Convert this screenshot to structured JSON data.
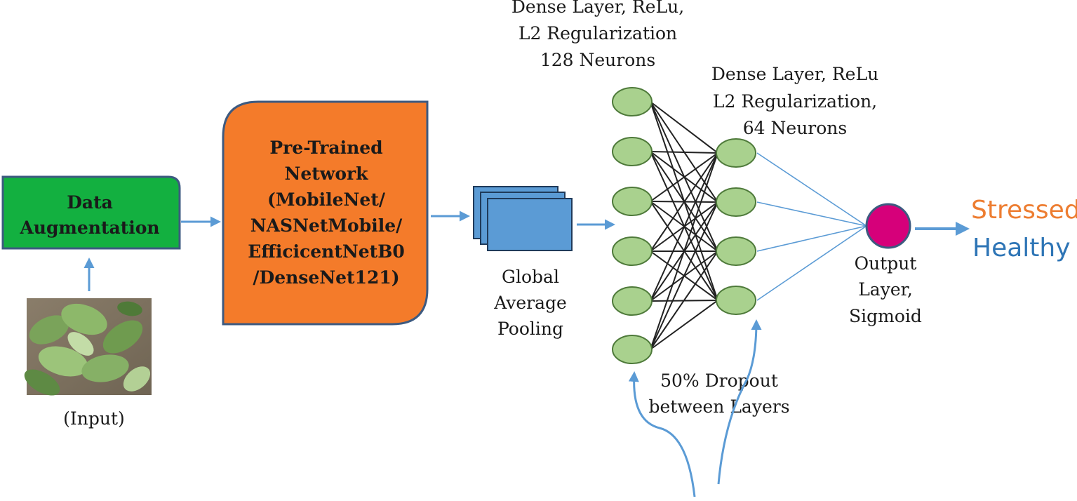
{
  "input_caption": "(Input)",
  "data_augmentation": {
    "line1": "Data",
    "line2": "Augmentation"
  },
  "pretrained": {
    "line1": "Pre-Trained",
    "line2": "Network",
    "line3": "(MobileNet/",
    "line4": "NASNetMobile/",
    "line5": "EfficicentNetB0",
    "line6": "/DenseNet121)"
  },
  "gap": {
    "line1": "Global",
    "line2": "Average",
    "line3": "Pooling"
  },
  "dense1": {
    "line1": "Dense Layer, ReLu,",
    "line2": "L2 Regularization",
    "line3": "128 Neurons"
  },
  "dense2": {
    "line1": "Dense Layer, ReLu",
    "line2": "L2 Regularization,",
    "line3": "64 Neurons"
  },
  "output_layer": {
    "line1": "Output",
    "line2": "Layer,",
    "line3": "Sigmoid"
  },
  "dropout": {
    "line1": "50% Dropout",
    "line2": "between Layers"
  },
  "classes": {
    "stressed": "Stressed",
    "healthy": "Healthy"
  },
  "colors": {
    "arrow": "#5b9bd5",
    "data_augmentation_fill": "#13b040",
    "pretrained_fill": "#f47b2a",
    "box_border": "#3d5a80",
    "gap_fill": "#5b9bd5",
    "neuron_fill": "#a9d18e",
    "neuron_stroke": "#4e7a3a",
    "output_neuron": "#d6007a",
    "stressed_text": "#ed7d31",
    "healthy_text": "#2e75b6"
  },
  "icons": {
    "input_image": "plant-leaves-photo"
  }
}
